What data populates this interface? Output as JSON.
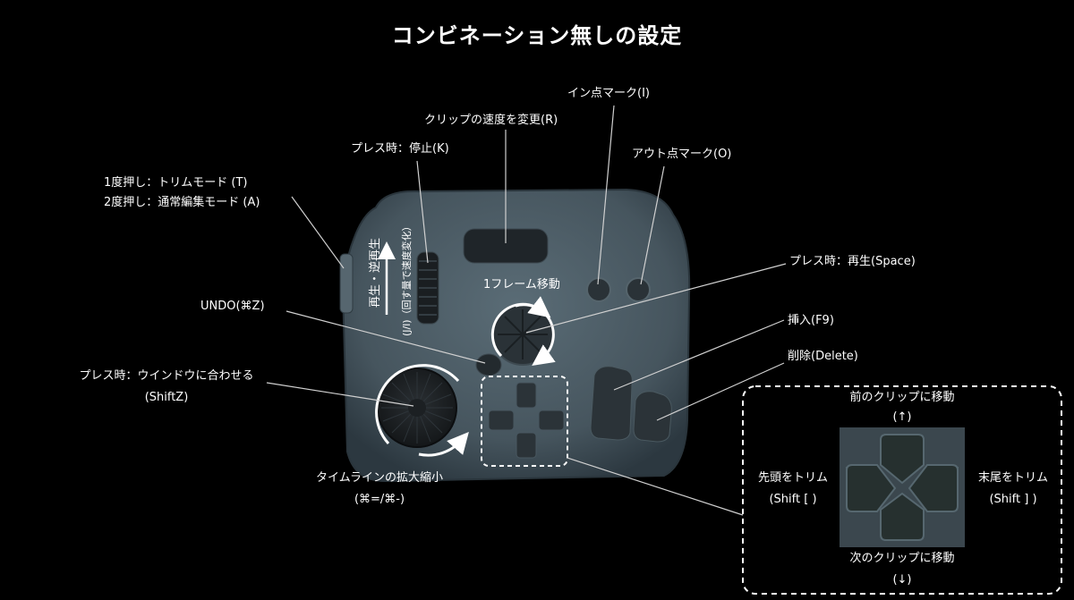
{
  "title": "コンビネーション無しの設定",
  "labels": {
    "in_mark": "イン点マーク(I)",
    "speed_change": "クリップの速度を変更(R)",
    "out_mark": "アウト点マーク(O)",
    "press_stop": "プレス時：停止(K)",
    "trim_line1": "1度押し：トリムモード (T)",
    "trim_line2": "2度押し：通常編集モード (A)",
    "press_play": "プレス時：再生(Space)",
    "undo": "UNDO(⌘Z)",
    "frame_move": "1フレーム移動",
    "insert": "挿入(F9)",
    "delete": "削除(Delete)",
    "fit_line1": "プレス時：ウインドウに合わせる",
    "fit_line2": "(ShiftZ)",
    "zoom_line1": "タイムラインの拡大縮小",
    "zoom_line2": "(⌘=/⌘-)",
    "play_reverse": "再生・逆再生",
    "jl_speed": "(J/l)（回す量で速度変化）",
    "prev_clip_line1": "前のクリップに移動",
    "prev_clip_line2": "(↑)",
    "head_trim_line1": "先頭をトリム",
    "head_trim_line2": "(Shift [ )",
    "tail_trim_line1": "末尾をトリム",
    "tail_trim_line2": "(Shift ] )",
    "next_clip_line1": "次のクリップに移動",
    "next_clip_line2": "(↓)"
  },
  "colors": {
    "background": "#000000",
    "device_body": "#4a5a64",
    "text": "#ffffff"
  }
}
